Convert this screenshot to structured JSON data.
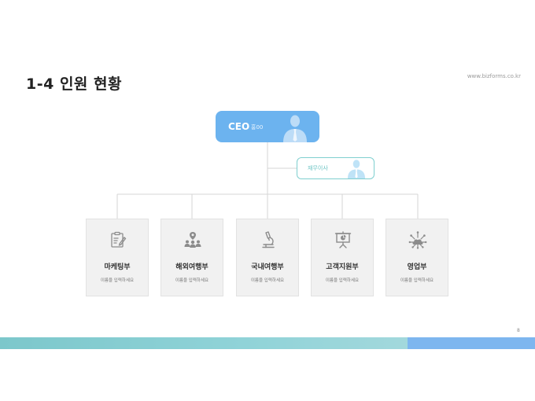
{
  "slide": {
    "title": "1-4 인원 현황",
    "site": "www.bizforms.co.kr",
    "page_number": "8"
  },
  "ceo": {
    "role": "CEO",
    "name": "홍00",
    "icon": "person-silhouette-icon"
  },
  "auditor": {
    "label": "재무이사",
    "icon": "person-silhouette-icon"
  },
  "departments": [
    {
      "name": "마케팅부",
      "placeholder": "이름을 입력하세요",
      "icon": "clipboard-pen-icon"
    },
    {
      "name": "해외여행부",
      "placeholder": "이름을 입력하세요",
      "icon": "people-location-icon"
    },
    {
      "name": "국내여행부",
      "placeholder": "이름을 입력하세요",
      "icon": "microscope-icon"
    },
    {
      "name": "고객지원부",
      "placeholder": "이름을 입력하세요",
      "icon": "presentation-board-icon"
    },
    {
      "name": "영업부",
      "placeholder": "이름을 입력하세요",
      "icon": "cloud-network-icon"
    }
  ],
  "colors": {
    "ceo_fill": "#6cb3ef",
    "auditor_border": "#7fcfcf",
    "dept_fill": "#f1f1f1",
    "band_teal": "#8fd0d4",
    "band_blue": "#7db6ef"
  }
}
